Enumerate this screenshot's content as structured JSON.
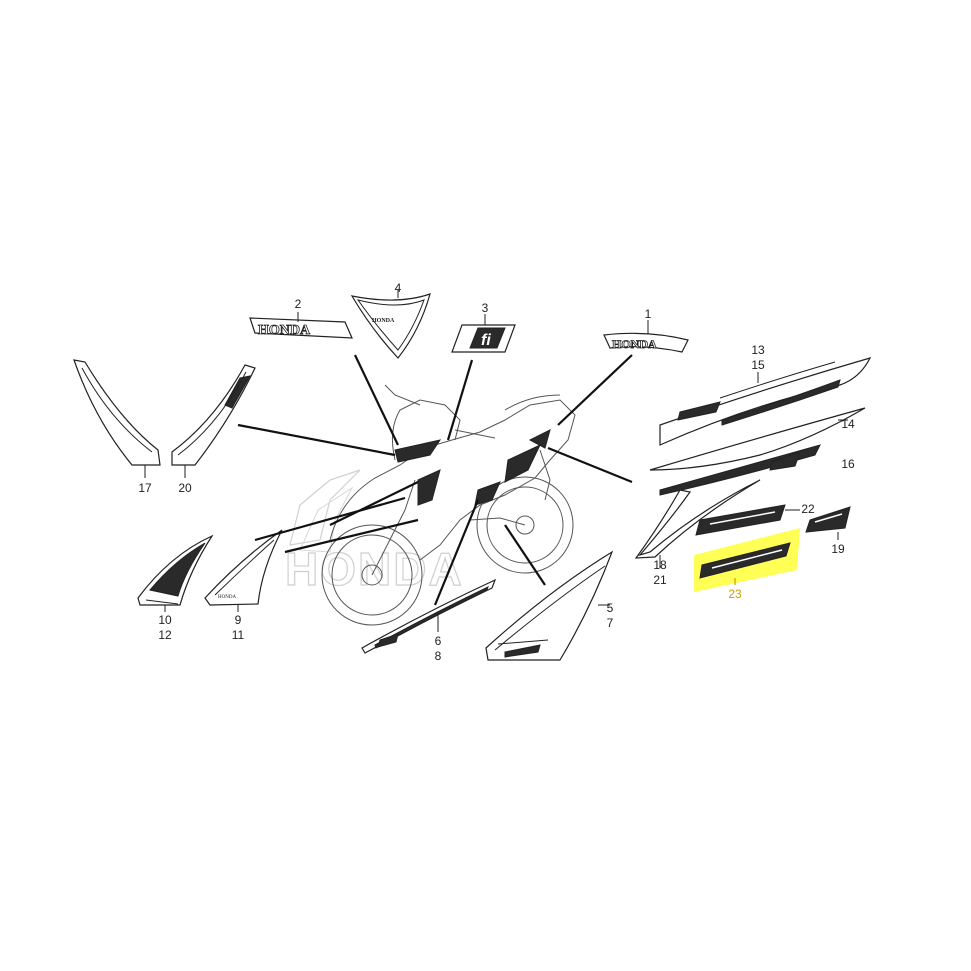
{
  "logos": {
    "honda_main": "HONDA",
    "honda_small": "HONDA",
    "watermark": "HONDA",
    "fi_badge": "fi",
    "side_text": "HONDA"
  },
  "callouts": [
    {
      "id": "c1",
      "label": "1"
    },
    {
      "id": "c2",
      "label": "2"
    },
    {
      "id": "c3",
      "label": "3"
    },
    {
      "id": "c4",
      "label": "4"
    },
    {
      "id": "c5",
      "label": "5"
    },
    {
      "id": "c6",
      "label": "6"
    },
    {
      "id": "c7",
      "label": "7"
    },
    {
      "id": "c8",
      "label": "8"
    },
    {
      "id": "c9",
      "label": "9"
    },
    {
      "id": "c10",
      "label": "10"
    },
    {
      "id": "c11",
      "label": "11"
    },
    {
      "id": "c12",
      "label": "12"
    },
    {
      "id": "c13",
      "label": "13"
    },
    {
      "id": "c14",
      "label": "14"
    },
    {
      "id": "c15",
      "label": "15"
    },
    {
      "id": "c16",
      "label": "16"
    },
    {
      "id": "c17",
      "label": "17"
    },
    {
      "id": "c18",
      "label": "18"
    },
    {
      "id": "c19",
      "label": "19"
    },
    {
      "id": "c20",
      "label": "20"
    },
    {
      "id": "c21",
      "label": "21"
    },
    {
      "id": "c22",
      "label": "22"
    },
    {
      "id": "c23",
      "label": "23"
    }
  ],
  "highlight": {
    "part": "23",
    "color": "#ffff66"
  }
}
